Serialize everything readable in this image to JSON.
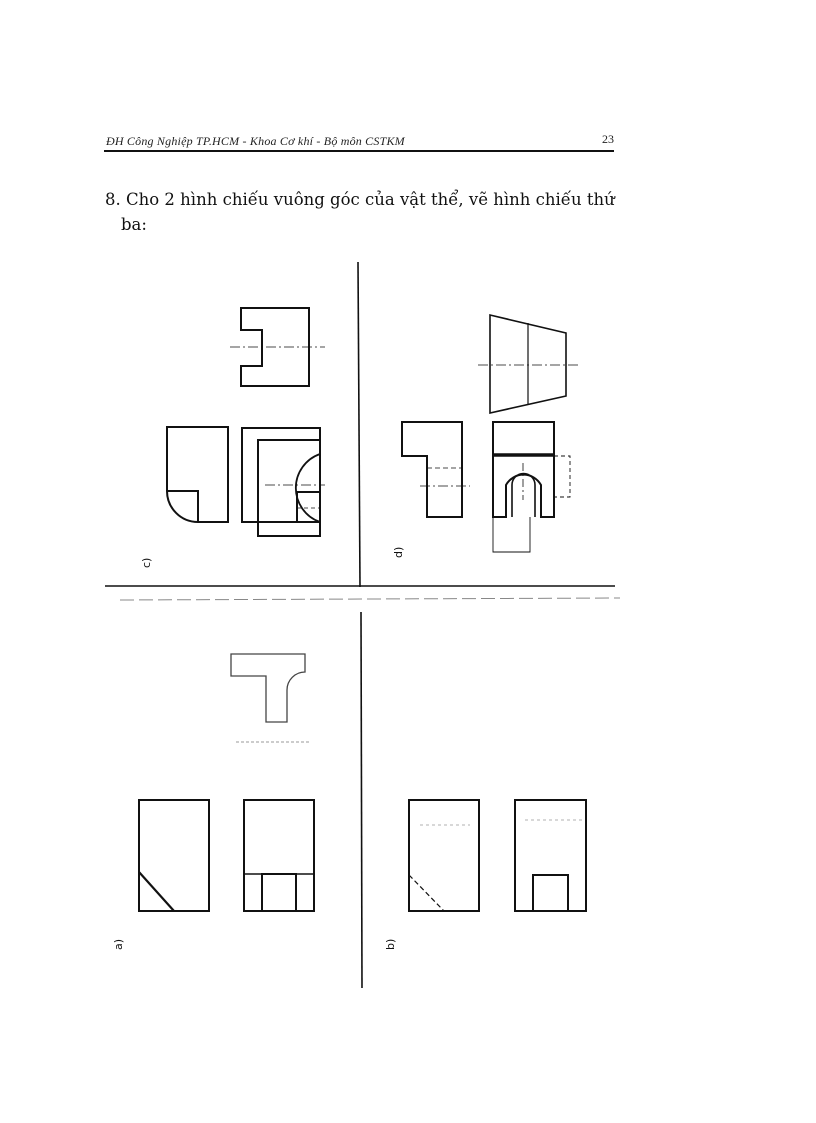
{
  "header": {
    "text": "ĐH Công Nghiệp TP.HCM - Khoa Cơ khí - Bộ môn CSTKM",
    "page_number": "23"
  },
  "exercise": {
    "number": "8.",
    "text_line1": "Cho 2 hình chiếu vuông góc của vật thể, vẽ hình chiếu thứ",
    "text_line2": "ba:"
  },
  "figures": {
    "c": {
      "label": "c)"
    },
    "d": {
      "label": "d)"
    },
    "a": {
      "label": "a)"
    },
    "b": {
      "label": "b)"
    }
  }
}
